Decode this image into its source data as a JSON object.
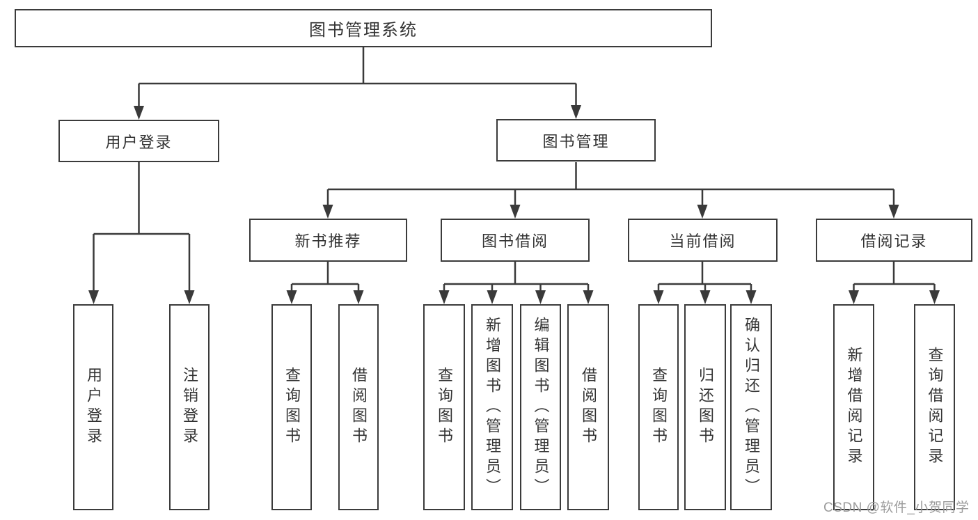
{
  "diagram": {
    "title": "图书管理系统",
    "colors": {
      "line": "#3a3a3a",
      "box_border": "#3b3b3b",
      "box_fill": "#ffffff",
      "text": "#333333",
      "watermark": "#9b9b9b"
    },
    "root": {
      "label": "图书管理系统"
    },
    "branches": [
      {
        "label": "用户登录",
        "children": [
          {
            "label": "用户登录"
          },
          {
            "label": "注销登录"
          }
        ]
      },
      {
        "label": "图书管理",
        "children": [
          {
            "label": "新书推荐",
            "children": [
              {
                "label": "查询图书"
              },
              {
                "label": "借阅图书"
              }
            ]
          },
          {
            "label": "图书借阅",
            "children": [
              {
                "label": "查询图书"
              },
              {
                "label": "新增图书（管理员）"
              },
              {
                "label": "编辑图书（管理员）"
              },
              {
                "label": "借阅图书"
              }
            ]
          },
          {
            "label": "当前借阅",
            "children": [
              {
                "label": "查询图书"
              },
              {
                "label": "归还图书"
              },
              {
                "label": "确认归还（管理员）"
              }
            ]
          },
          {
            "label": "借阅记录",
            "children": [
              {
                "label": "新增借阅记录"
              },
              {
                "label": "查询借阅记录"
              }
            ]
          }
        ]
      }
    ]
  },
  "watermark": {
    "text": "CSDN @软件_小贺同学"
  }
}
